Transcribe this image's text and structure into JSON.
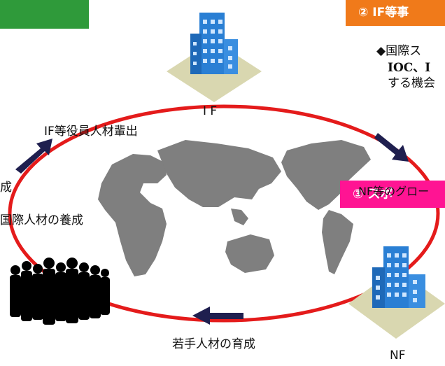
{
  "header": {
    "section2_tab": "② IF等事",
    "section3_tab": "③ スポ"
  },
  "info_box": {
    "line1": "◆国際ス",
    "line2": "IOC、I",
    "line3": "する機会"
  },
  "nodes": {
    "if_label": "I F",
    "nf_label": "NF"
  },
  "cycle_labels": {
    "top_left": "IF等役員人材輩出",
    "right": "NF等のグロー",
    "bottom": "若手人材の育成",
    "left_cut": "成",
    "left": "国際人材の養成"
  },
  "colors": {
    "accent_green": "#2f9a3a",
    "accent_orange": "#f07a1a",
    "accent_pink": "#ff1493",
    "cycle_red": "#e41b1b",
    "arrow_navy": "#1f1f4f",
    "map_gray": "#7f7f7f",
    "building_blue": "#2a7fd4"
  }
}
